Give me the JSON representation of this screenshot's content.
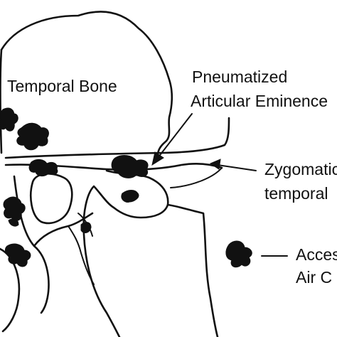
{
  "labels": {
    "temporal_bone": "Temporal Bone",
    "pneumatized_line1": "Pneumatized",
    "pneumatized_line2": "Articular Eminence",
    "zygomatic_line1": "Zygomatic",
    "zygomatic_line2": "temporal",
    "accessory_line1": "Accessory",
    "accessory_line2": "Air C"
  },
  "colors": {
    "ink": "#111111",
    "background": "#ffffff"
  }
}
